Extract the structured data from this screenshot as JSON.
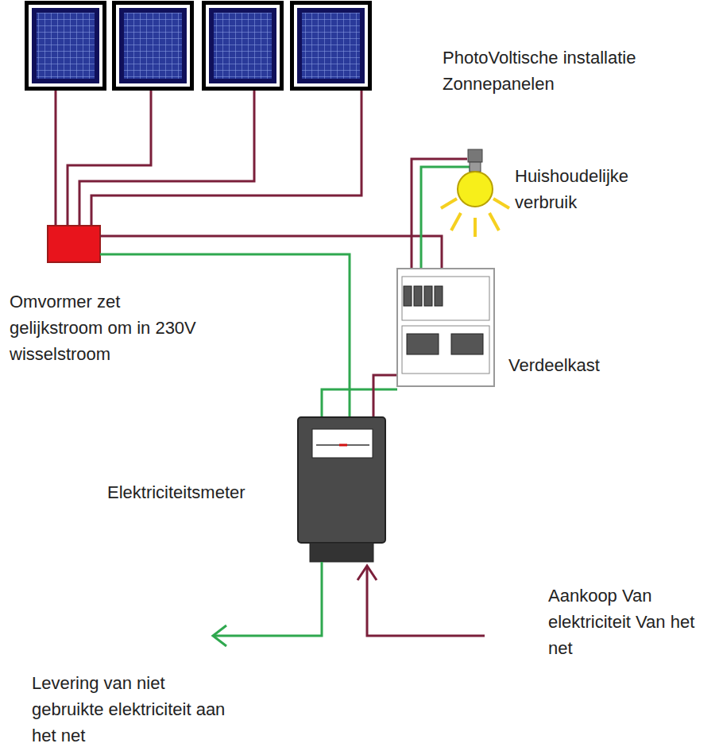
{
  "diagram": {
    "labels": [
      "PhotoVoltische installatie Zonnepanelen",
      "Huishoudelijke verbruik",
      "Omvormer zet gelijkstroom om in 230V wisselstroom",
      "Verdeelkast",
      "Elektriciteitsmeter",
      "Aankoop Van elektriciteit Van het net",
      "Levering van niet gebruikte elektriciteit aan het net"
    ]
  }
}
